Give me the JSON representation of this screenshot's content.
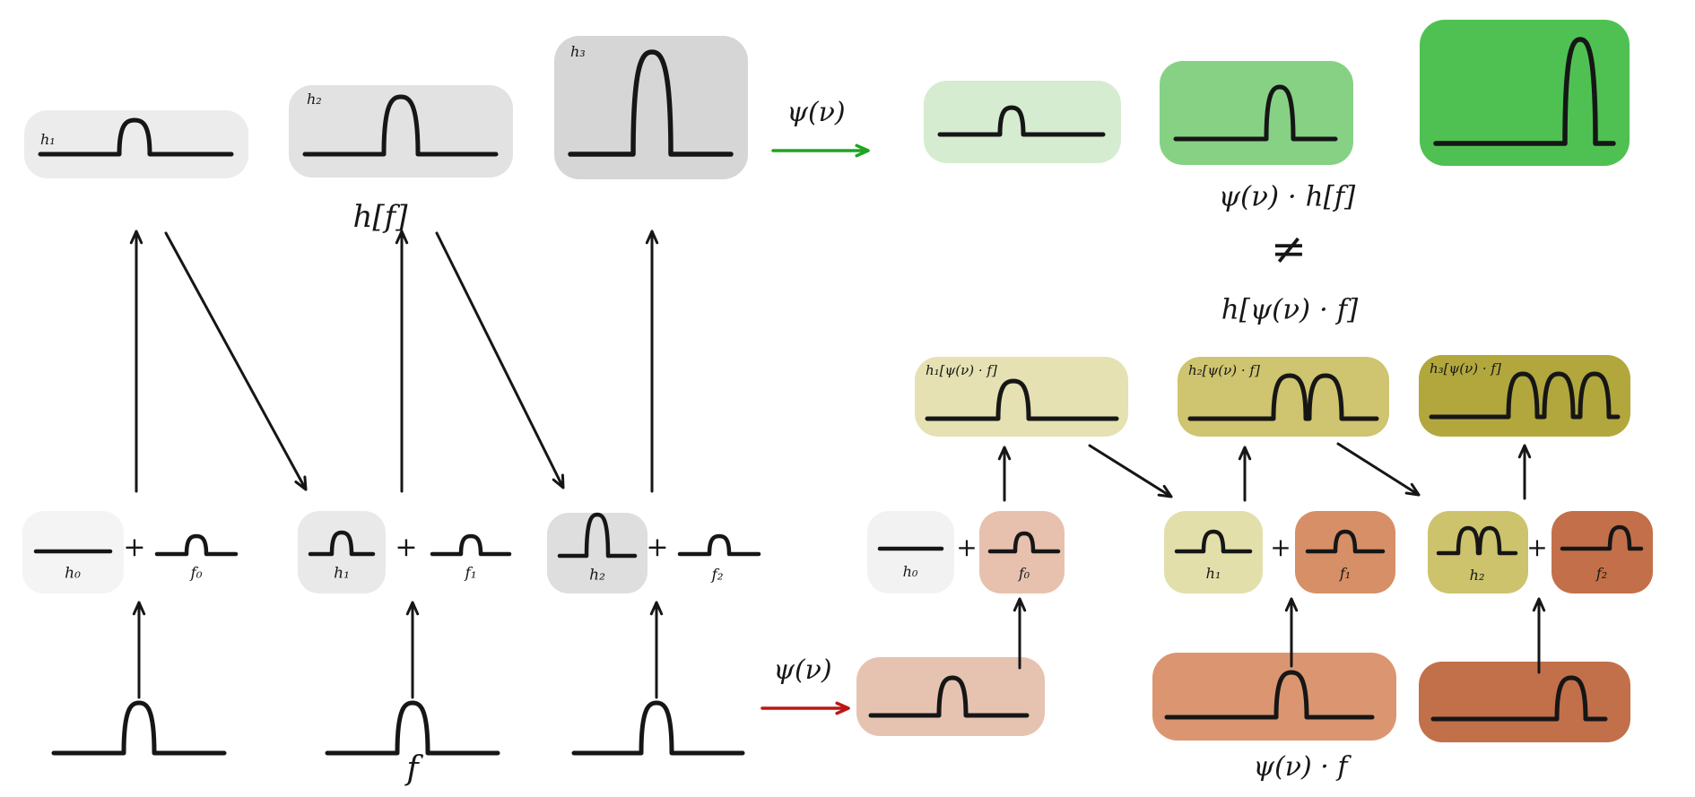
{
  "equations": {
    "hf": "h[f]",
    "f": "f",
    "psi_nu": "ψ(ν)",
    "product_hf": "ψ(ν) · h[f]",
    "neq": "≠",
    "h_of_product": "h[ψ(ν) · f]",
    "product_f": "ψ(ν) · f",
    "plus": "+"
  },
  "left": {
    "top_boxes": [
      {
        "label": "h₁"
      },
      {
        "label": "h₂"
      },
      {
        "label": "h₃"
      }
    ],
    "middle_terms": [
      {
        "label": "h₀"
      },
      {
        "label": "f₀"
      },
      {
        "label": "h₁"
      },
      {
        "label": "f₁"
      },
      {
        "label": "h₂"
      },
      {
        "label": "f₂"
      }
    ]
  },
  "right": {
    "result_boxes": [
      {
        "label": "h₁[ψ(ν) · f]"
      },
      {
        "label": "h₂[ψ(ν) · f]"
      },
      {
        "label": "h₃[ψ(ν) · f]"
      }
    ],
    "middle_terms": [
      {
        "label": "h₀"
      },
      {
        "label": "f₀"
      },
      {
        "label": "h₁"
      },
      {
        "label": "f₁"
      },
      {
        "label": "h₂"
      },
      {
        "label": "f₂"
      }
    ]
  },
  "colors": {
    "ink": "#161616",
    "green_arrow": "#1da521",
    "red_arrow": "#bb1612",
    "gray_boxes": [
      "#ececec",
      "#e2e2e2",
      "#d6d6d6"
    ],
    "gray_mid": [
      "#f4f4f4",
      "#e9e9e9",
      "#dedede"
    ],
    "green_boxes": [
      "#d5ecd1",
      "#87d185",
      "#4fc153"
    ],
    "yellow_boxes": [
      "#e5e1b2",
      "#cfc46f",
      "#b2a73d"
    ],
    "salmon_boxes": [
      "#e6c3b1",
      "#db9671",
      "#c2704a"
    ],
    "right_mid": {
      "h0": "#f2f2f2",
      "f0": "#e7c1ae",
      "h1": "#e2dfab",
      "f1": "#d68f66",
      "h2": "#ccc36c",
      "f2": "#c3704a"
    }
  }
}
